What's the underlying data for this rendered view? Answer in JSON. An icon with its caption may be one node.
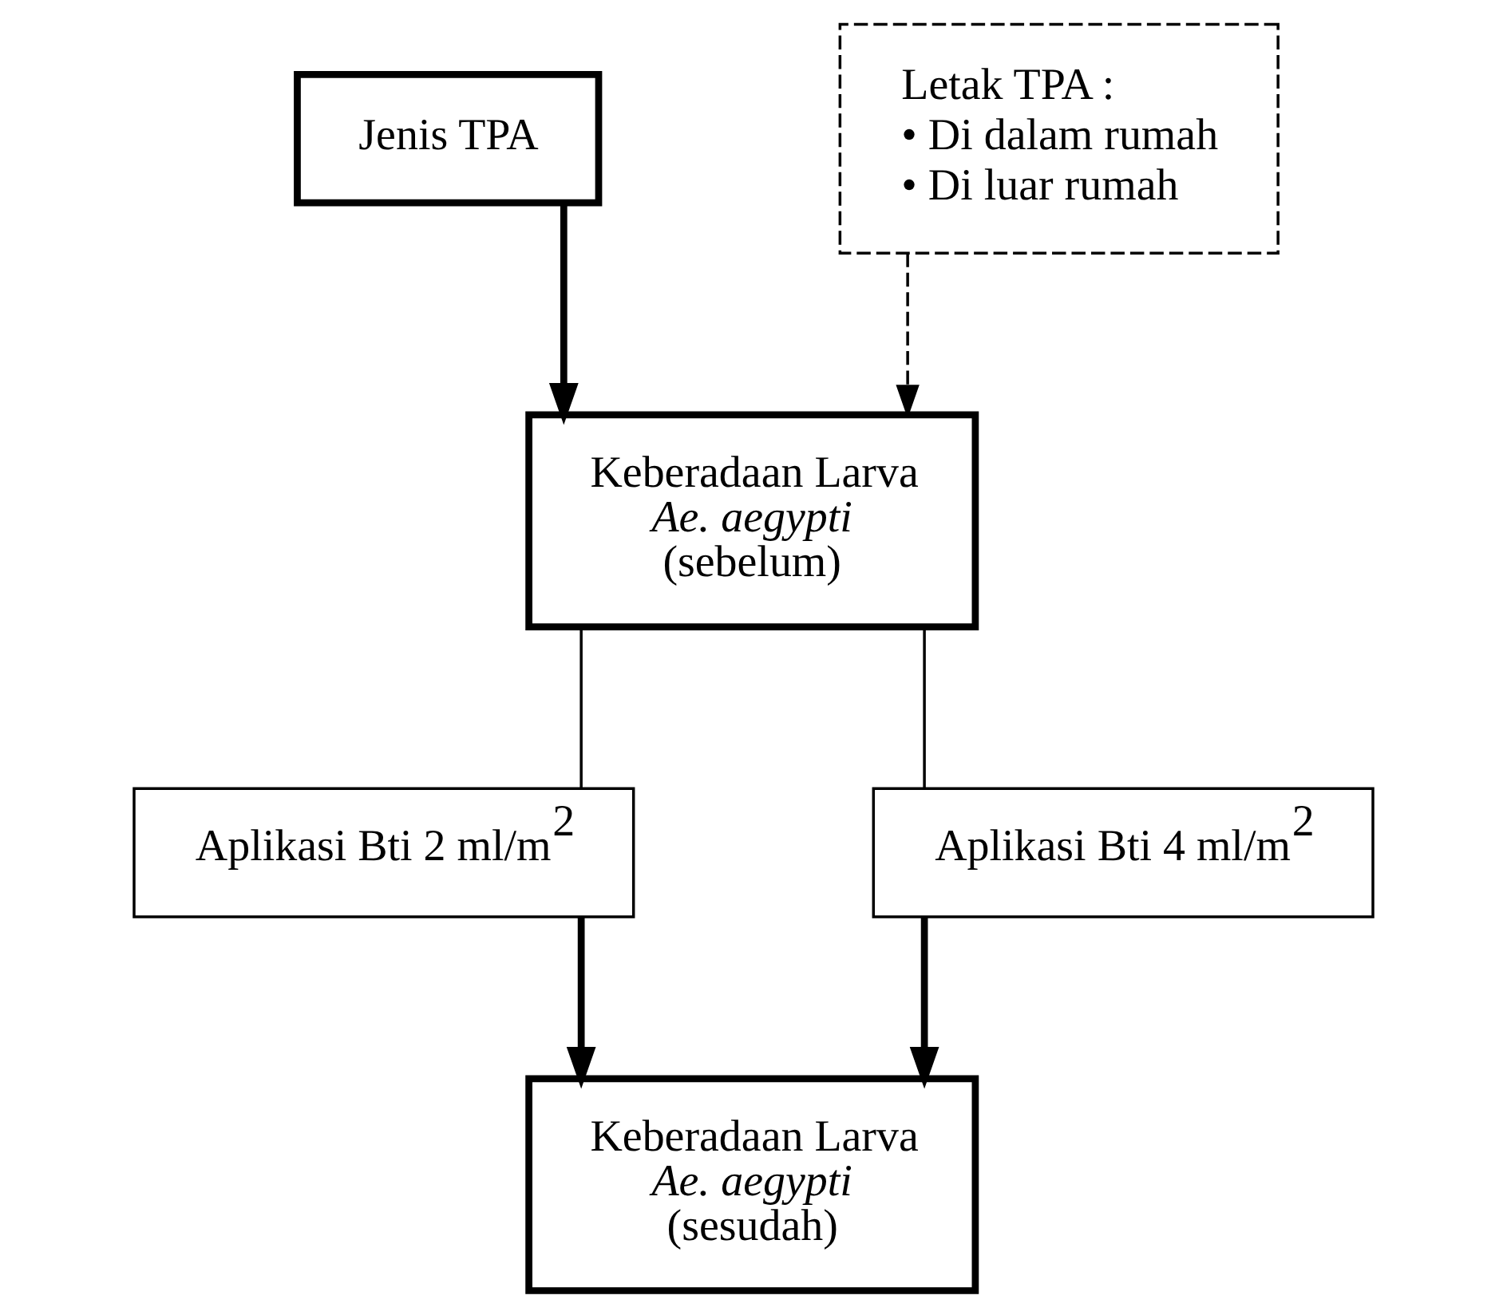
{
  "diagram": {
    "nodes": [
      {
        "text": [
          "Jenis TPA"
        ]
      },
      {
        "text": [
          "Letak TPA :",
          "• Di dalam rumah",
          "• Di luar rumah"
        ]
      },
      {
        "text": [
          "Keberadaan Larva *Ae. aegypti* (sebelum)"
        ]
      },
      {
        "text": [
          "Aplikasi Bti 2 ml/m$^{2}$"
        ]
      },
      {
        "text": [
          "Aplikasi Bti 4 ml/m$^{2}$"
        ]
      },
      {
        "text": [
          "Keberadaan Larva *Ae. aegypti* (sesudah)"
        ]
      }
    ],
    "edges": [
      {
        "from": 0,
        "to": 2,
        "arrow": "to",
        "style": "thick"
      },
      {
        "from": 1,
        "to": 2,
        "arrow": "to",
        "style": "dashed"
      },
      {
        "from": 2,
        "to": 3,
        "arrow": "none"
      },
      {
        "from": 2,
        "to": 4,
        "arrow": "none"
      },
      {
        "from": 3,
        "to": 5,
        "arrow": "to",
        "style": "thick"
      },
      {
        "from": 4,
        "to": 5,
        "arrow": "to",
        "style": "thick"
      }
    ]
  }
}
